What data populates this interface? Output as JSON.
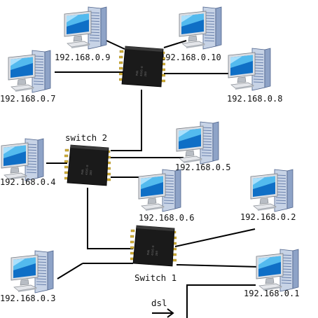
{
  "colors": {
    "line": "#000000",
    "screen": "#0f6fc6",
    "screen_highlight": "#9fe0ff",
    "chip_body": "#1a1a1a",
    "chip_pins": "#d4b13a",
    "tower": "#7d96bd"
  },
  "icons": {
    "computer": "desktop-computer-icon",
    "switch": "network-switch-icon",
    "arrow": "arrow-right-icon"
  },
  "nodes": {
    "pc_9": {
      "ip": "192.168.0.9"
    },
    "pc_10": {
      "ip": "192.168.0.10"
    },
    "pc_7": {
      "ip": "192.168.0.7"
    },
    "pc_8": {
      "ip": "192.168.0.8"
    },
    "pc_4": {
      "ip": "192.168.0.4"
    },
    "pc_5": {
      "ip": "192.168.0.5"
    },
    "pc_6": {
      "ip": "192.168.0.6"
    },
    "pc_2": {
      "ip": "192.168.0.2"
    },
    "pc_3": {
      "ip": "192.168.0.3"
    },
    "pc_1": {
      "ip": "192.168.0.1"
    }
  },
  "switches": {
    "top": {
      "label": ""
    },
    "switch_2": {
      "label": "switch 2"
    },
    "switch_1": {
      "label": "Switch 1"
    }
  },
  "uplink": {
    "label": "dsl"
  }
}
